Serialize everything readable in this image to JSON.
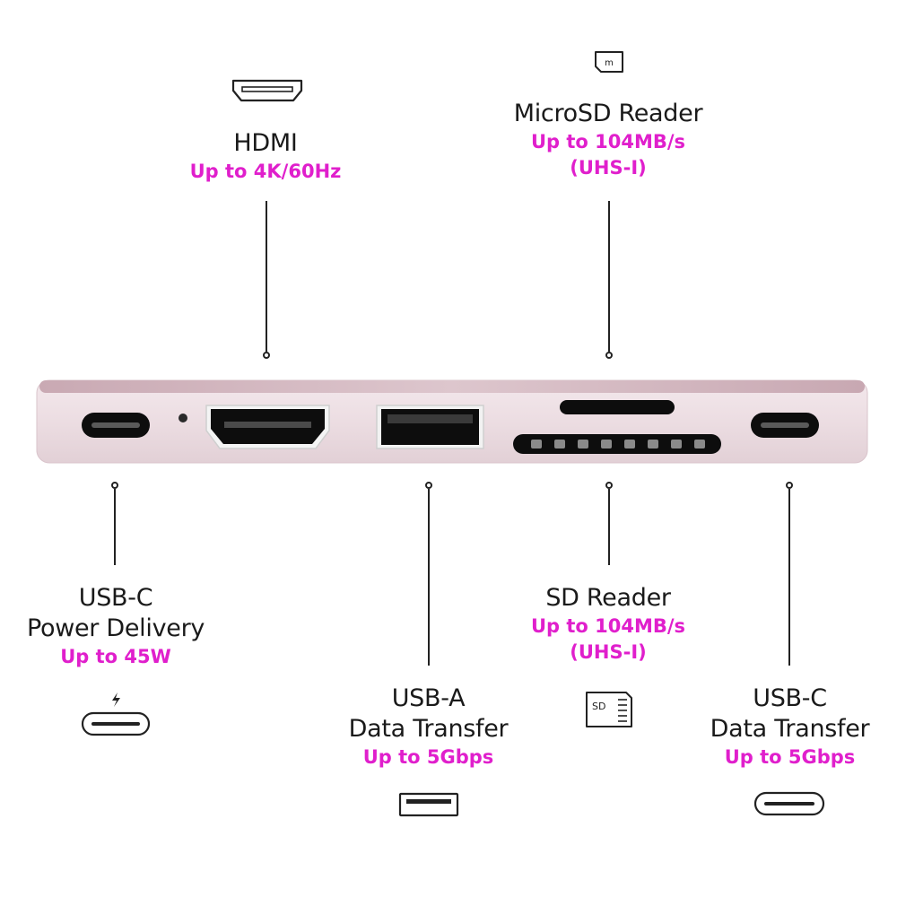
{
  "ports": {
    "hdmi": {
      "title": "HDMI",
      "spec": "Up to 4K/60Hz",
      "icon": "hdmi-port-icon"
    },
    "microsd": {
      "title": "MicroSD Reader",
      "spec": "Up to 104MB/s",
      "spec2": "(UHS-I)",
      "icon": "microsd-card-icon",
      "icon_text": "m"
    },
    "usbc_pd": {
      "title": "USB-C",
      "subtitle": "Power Delivery",
      "spec": "Up to 45W",
      "icon": "usb-c-power-icon"
    },
    "usba": {
      "title": "USB-A",
      "subtitle": "Data Transfer",
      "spec": "Up to 5Gbps",
      "icon": "usb-a-port-icon"
    },
    "sd": {
      "title": "SD Reader",
      "spec": "Up to 104MB/s",
      "spec2": "(UHS-I)",
      "icon": "sd-card-icon",
      "icon_text": "SD"
    },
    "usbc_data": {
      "title": "USB-C",
      "subtitle": "Data Transfer",
      "spec": "Up to 5Gbps",
      "icon": "usb-c-port-icon"
    }
  },
  "colors": {
    "accent": "#e01fcc",
    "text": "#1a1a1a",
    "hub_body": "#eadbe0",
    "port_black": "#0d0d0d"
  }
}
